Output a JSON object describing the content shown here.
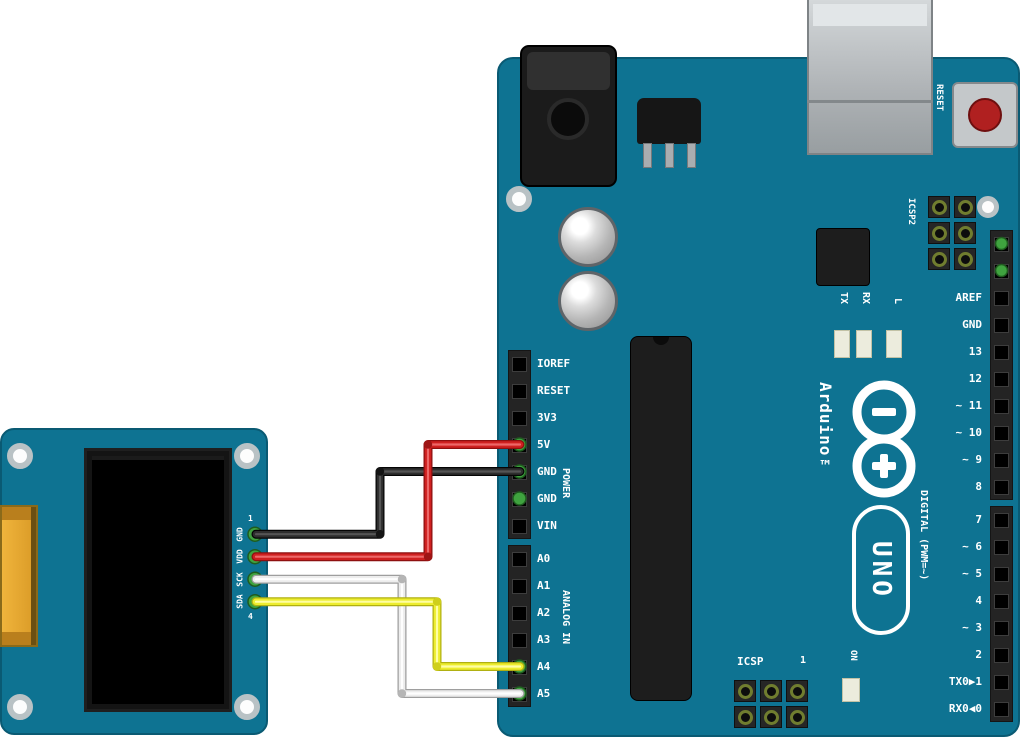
{
  "colors": {
    "board": "#0E7392",
    "pin_green": "#3FA33F"
  },
  "arduino": {
    "brand": "Arduino™",
    "model": "UNO",
    "reset_label": "RESET",
    "icsp2_label": "ICSP2",
    "icsp_label": "ICSP",
    "icsp_pin1_label": "1",
    "tx_label": "TX",
    "rx_label": "RX",
    "led_l_label": "L",
    "on_label": "ON",
    "power_group_label": "POWER",
    "analog_group_label": "ANALOG IN",
    "digital_group_label": "DIGITAL (PWM=~)",
    "power_pins": [
      "IOREF",
      "RESET",
      "3V3",
      "5V",
      "GND",
      "GND",
      "VIN"
    ],
    "analog_pins": [
      "A0",
      "A1",
      "A2",
      "A3",
      "A4",
      "A5"
    ],
    "digital_top_pins": [
      "",
      "",
      "AREF",
      "GND",
      "13",
      "12",
      "~ 11",
      "~ 10",
      "~ 9",
      "8"
    ],
    "digital_bottom_pins": [
      "7",
      "~ 6",
      "~ 5",
      "4",
      "~ 3",
      "2",
      "TX0▶1",
      "RX0◀0"
    ]
  },
  "oled": {
    "pins": [
      "GND",
      "VDD",
      "SCK",
      "SDA"
    ],
    "pin1_label": "1",
    "pin4_label": "4"
  },
  "wires": [
    {
      "name": "gnd-wire",
      "color": "#2E2E2E",
      "from": "Arduino GND",
      "to": "OLED GND"
    },
    {
      "name": "5v-wire",
      "color": "#CF2020",
      "from": "Arduino 5V",
      "to": "OLED VDD"
    },
    {
      "name": "scl-wire",
      "color": "#EDEDED",
      "from": "Arduino A5",
      "to": "OLED SCK"
    },
    {
      "name": "sda-wire",
      "color": "#EDED2E",
      "from": "Arduino A4",
      "to": "OLED SDA"
    }
  ]
}
